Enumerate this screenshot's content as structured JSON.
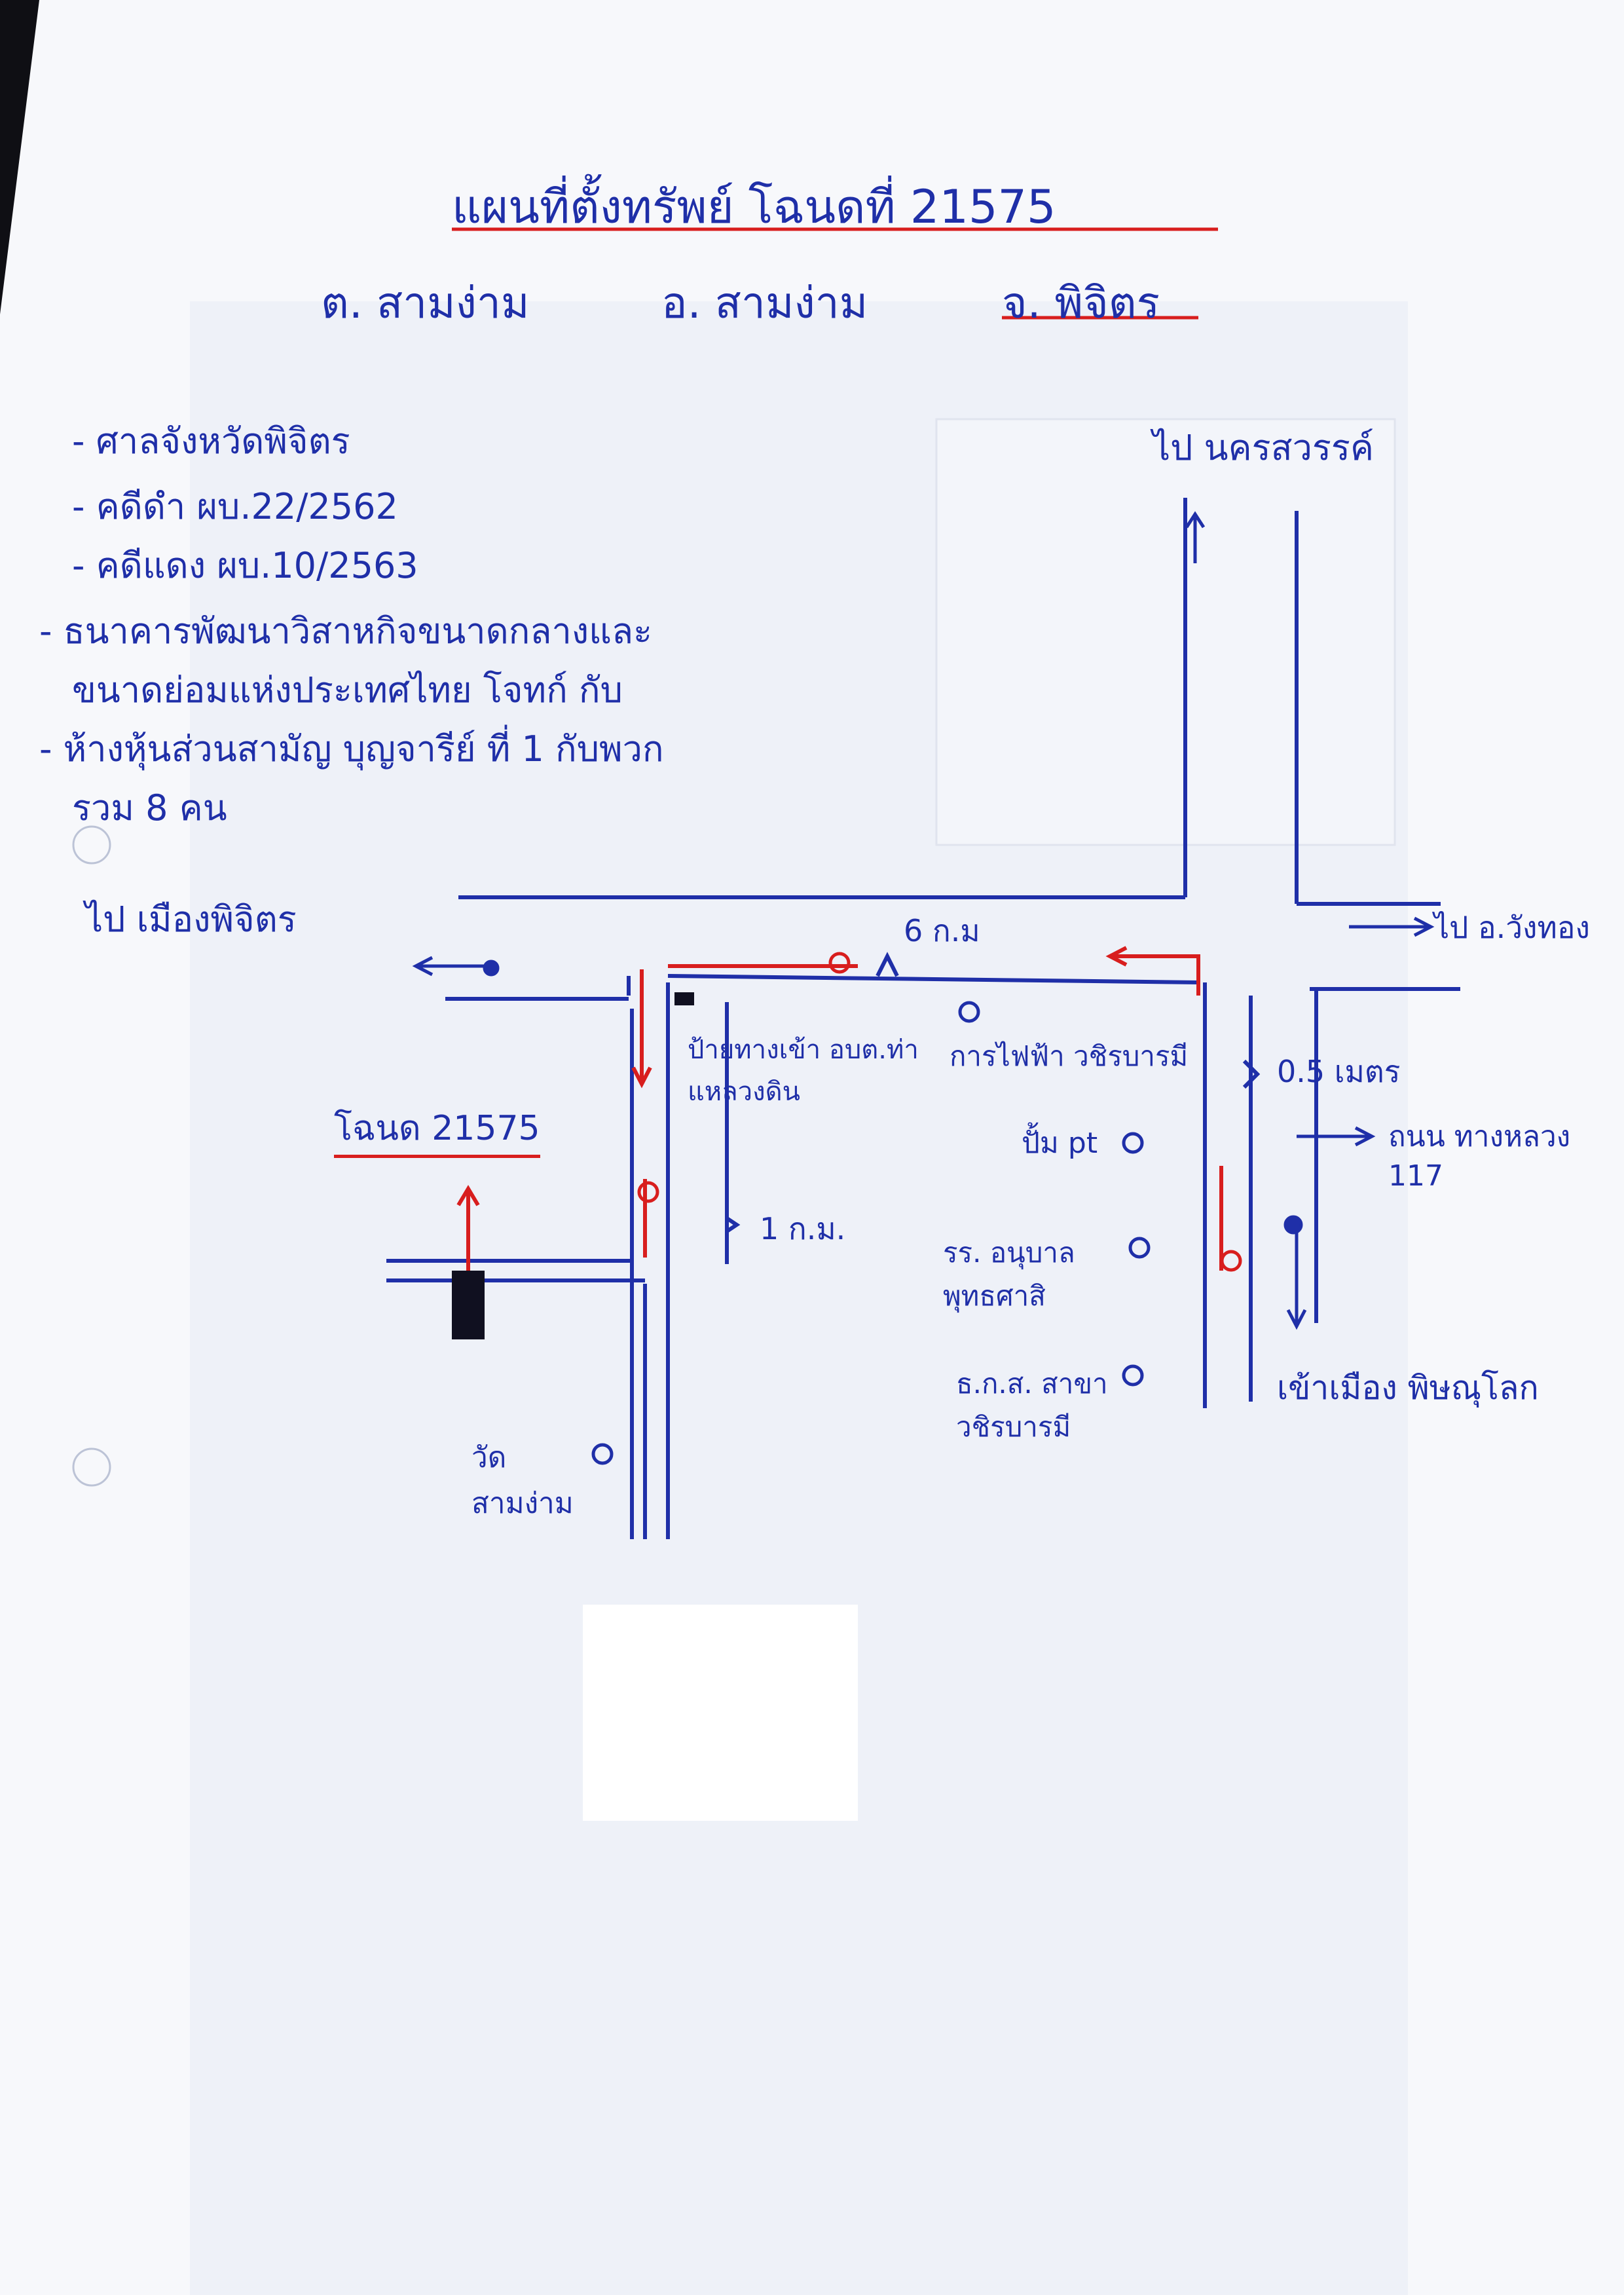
{
  "header": {
    "title": "แผนที่ตั้งทรัพย์ โฉนดที่ 21575",
    "location_line": {
      "tambon": "ต. สามง่าม",
      "amphoe": "อ. สามง่าม",
      "changwat": "จ. พิจิตร"
    }
  },
  "notes": [
    "- ศาลจังหวัดพิจิตร",
    "- คดีดำ ผบ.22/2562",
    "- คดีแดง ผบ.10/2563",
    "- ธนาคารพัฒนาวิสาหกิจขนาดกลางและ",
    "ขนาดย่อมแห่งประเทศไทย โจทก์ กับ",
    "- ห้างหุ้นส่วนสามัญ บุญจารีย์ ที่ 1 กับพวก",
    "รวม 8 คน"
  ],
  "map_labels": {
    "to_nakhon_sawan": "ไป นครสวรรค์",
    "to_phichit": "ไป เมืองพิจิตร",
    "to_wachirabarami": "ไป อ.วังทอง",
    "road_6km": "6 ก.ม",
    "road_1km": "1 ก.ม.",
    "distance_05km": "0.5 เมตร",
    "highway": "ถนน ทางหลวง 117",
    "to_phitsanulok": "เข้าเมือง พิษณุโลก",
    "parcel": "โฉนด 21575",
    "sign": "ป้ายทางเข้า อบต.ท่าแหลวงดิน",
    "electricity_office": "การไฟฟ้า วชิรบารมี",
    "ptt": "ปั้ม pt",
    "school": "รร. อนุบาล พุทธศาสิ",
    "baac": "ธ.ก.ส. สาขาวชิรบารมี",
    "temple": "วัดสามง่าม"
  },
  "colors": {
    "ink_blue": "#1f2fa8",
    "ink_red": "#d81e1e",
    "paper": "#f7f8fb"
  }
}
